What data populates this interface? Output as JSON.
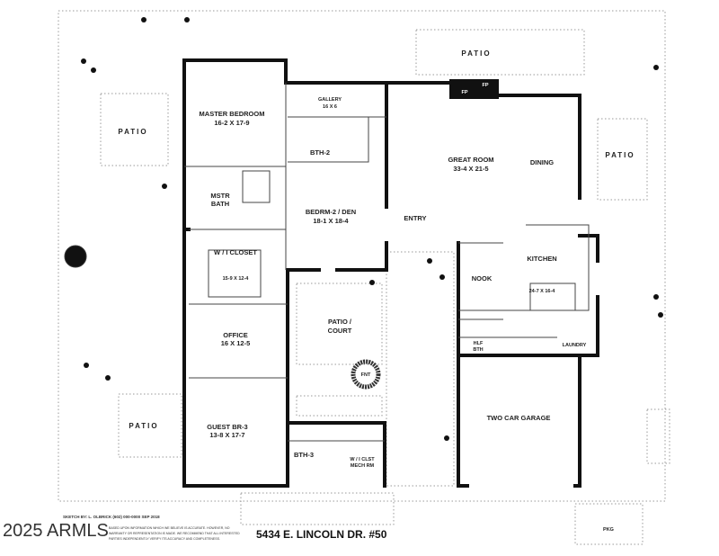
{
  "rooms": {
    "patio_top": "PATIO",
    "patio_left": "PATIO",
    "patio_right": "PATIO",
    "patio_bottom_left": "PATIO",
    "fp1": "FP",
    "fp2": "FP",
    "master_bedroom": {
      "name": "MASTER BEDROOM",
      "size": "16-2  X  17-9"
    },
    "gallery": {
      "name": "GALLERY",
      "size": "16 X 6"
    },
    "bth2": "BTH-2",
    "mstr_bath_1": "MSTR",
    "mstr_bath_2": "BATH",
    "bedrm2": {
      "name": "BEDRM-2 / DEN",
      "size": "18-1  X  18-4"
    },
    "great_room": {
      "name": "GREAT ROOM",
      "size": "33-4  X  21-5"
    },
    "dining": "DINING",
    "entry": "ENTRY",
    "wi_closet": {
      "name": "W / I  CLOSET",
      "size": "15-9 X 12-4"
    },
    "kitchen": {
      "name": "KITCHEN",
      "size": "24-7 X 16-4"
    },
    "nook": "NOOK",
    "patio_court_1": "PATIO /",
    "patio_court_2": "COURT",
    "fountain": "FNT",
    "office": {
      "name": "OFFICE",
      "size": "16 X 12-5"
    },
    "hlf_bth_1": "HLF",
    "hlf_bth_2": "BTH",
    "laundry": "LAUNDRY",
    "garage": "TWO CAR GARAGE",
    "guest_br3": {
      "name": "GUEST BR-3",
      "size": "13-8 X 17-7"
    },
    "bth3": "BTH-3",
    "wi_clst_1": "W / I  CLST",
    "wi_clst_2": "MECH RM",
    "pkg": "PKG"
  },
  "footer": {
    "sketch_by": "SKETCH BY:  L. OLBRICK  (602) 000-0000  SEP 2018",
    "watermark": "2025 ARMLS",
    "disclaimer_1": "BASED UPON INFORMATION WHICH WE BELIEVE IS ACCURATE. HOWEVER, NO",
    "disclaimer_2": "WARRANTY OR REPRESENTATION IS MADE. WE RECOMMEND THAT ALL INTERESTED",
    "disclaimer_3": "PARTIES INDEPENDENTLY VERIFY ITS ACCURACY AND COMPLETENESS.",
    "address": "5434 E. LINCOLN DR. #50"
  }
}
